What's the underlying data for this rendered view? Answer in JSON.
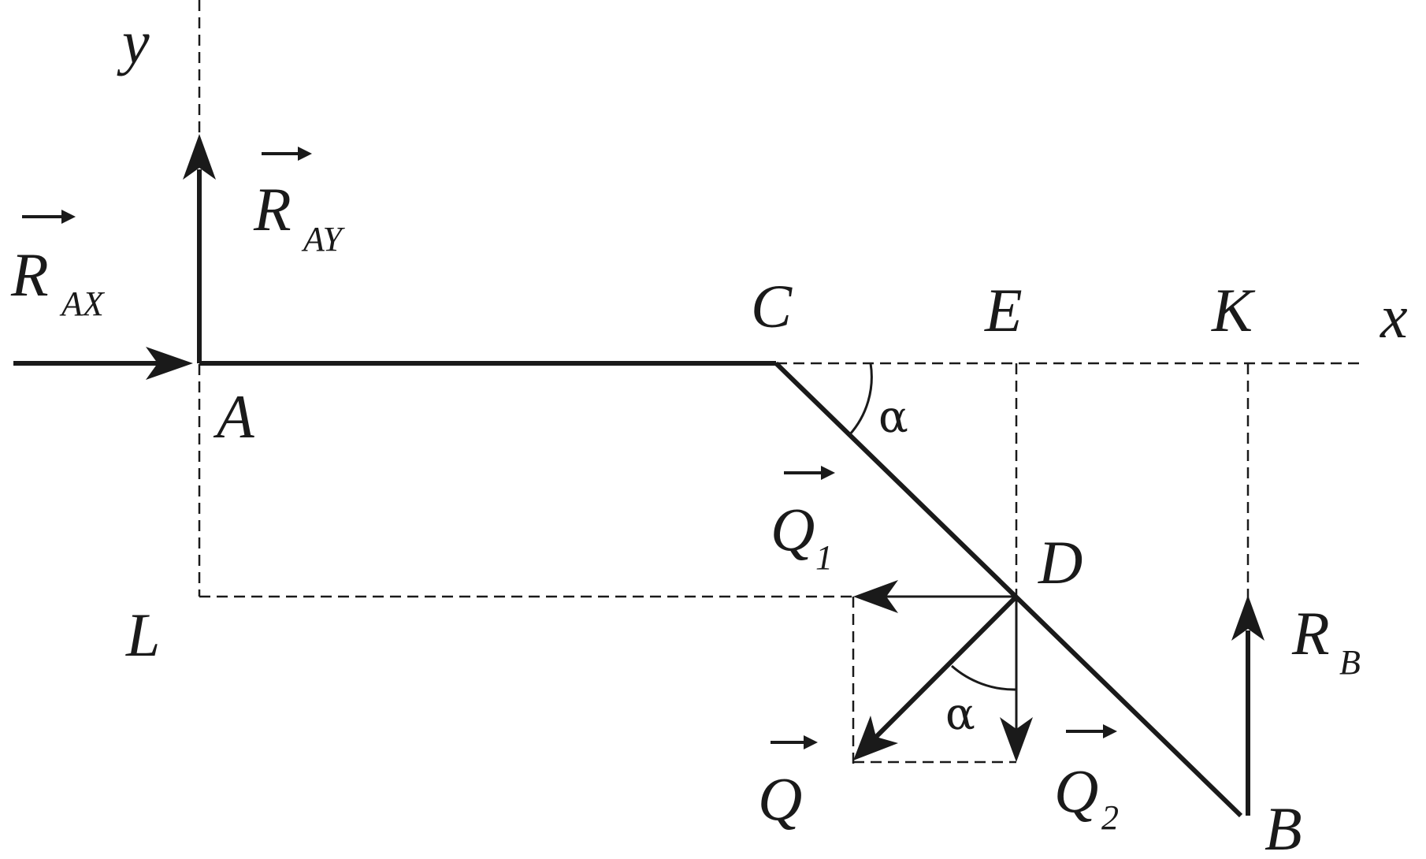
{
  "labels": {
    "axis_x": "x",
    "axis_y": "y",
    "point_A": "A",
    "point_B": "B",
    "point_C": "C",
    "point_D": "D",
    "point_E": "E",
    "point_K": "K",
    "point_L": "L",
    "angle_alpha_top": "α",
    "angle_alpha_bottom": "α"
  },
  "forces": {
    "R_AX": {
      "main": "R",
      "sub": "AX",
      "vector": true
    },
    "R_AY": {
      "main": "R",
      "sub": "AY",
      "vector": true
    },
    "Q1": {
      "main": "Q",
      "sub": "1",
      "vector": true
    },
    "Q2": {
      "main": "Q",
      "sub": "2",
      "vector": true
    },
    "Q": {
      "main": "Q",
      "sub": "",
      "vector": true
    },
    "R_B": {
      "main": "R",
      "sub": "B",
      "vector": false
    }
  },
  "colors": {
    "ink": "#1a1a1a",
    "background": "#ffffff"
  }
}
